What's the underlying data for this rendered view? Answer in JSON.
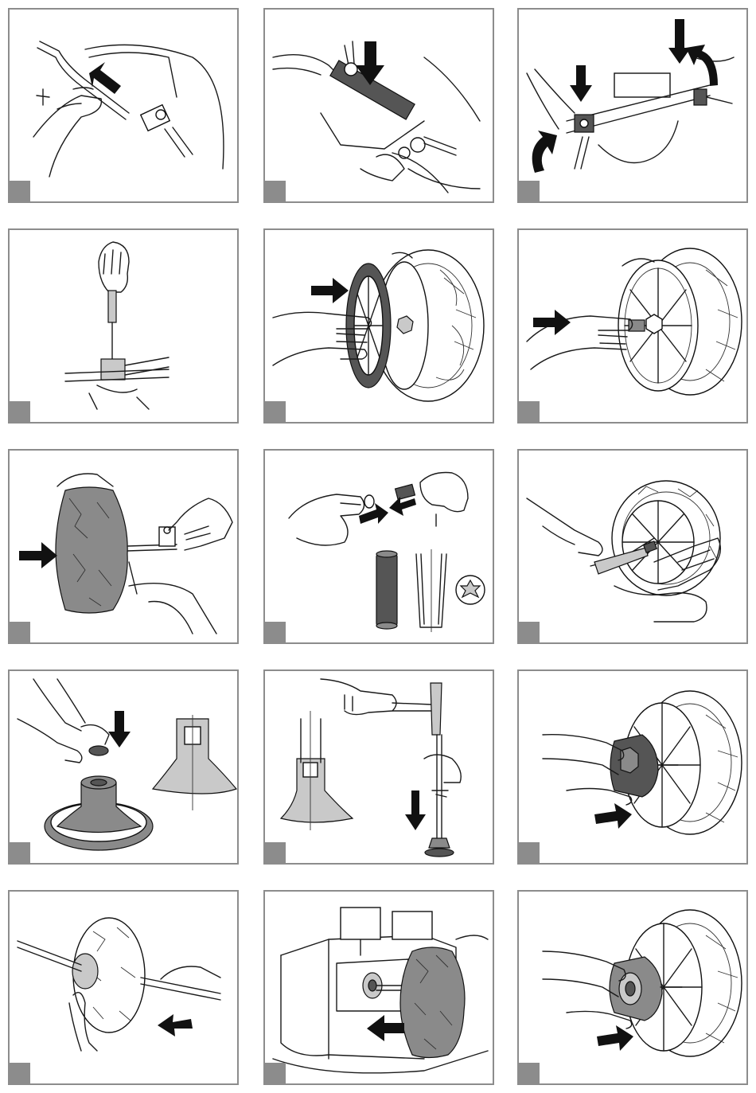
{
  "document": {
    "layout": "instruction-grid",
    "columns": 3,
    "rows": 5,
    "colors": {
      "frame": "#8c8c8c",
      "badge": "#8c8c8c",
      "ink": "#111111",
      "shade": "#8a8a8a"
    },
    "panels": [
      {
        "id": "p1",
        "icon": "bar-insert-illustration"
      },
      {
        "id": "p2",
        "icon": "steering-bracket-press-illustration"
      },
      {
        "id": "p3",
        "icon": "steering-rotate-illustration"
      },
      {
        "id": "p4",
        "icon": "screwdriver-tighten-illustration"
      },
      {
        "id": "p5",
        "icon": "hubcap-remove-illustration"
      },
      {
        "id": "p6",
        "icon": "nut-remove-illustration"
      },
      {
        "id": "p7",
        "icon": "wheel-slide-on-axle-illustration"
      },
      {
        "id": "p8",
        "icon": "cap-nut-parts-illustration"
      },
      {
        "id": "p9",
        "icon": "pry-tool-wheel-illustration"
      },
      {
        "id": "p10",
        "icon": "cap-nut-on-tool-illustration"
      },
      {
        "id": "p11",
        "icon": "hammer-tap-illustration"
      },
      {
        "id": "p12",
        "icon": "hub-attach-illustration"
      },
      {
        "id": "p13",
        "icon": "axle-through-wheel-illustration"
      },
      {
        "id": "p14",
        "icon": "wheel-mount-vehicle-illustration"
      },
      {
        "id": "p15",
        "icon": "hub-cap-install-illustration"
      }
    ]
  }
}
